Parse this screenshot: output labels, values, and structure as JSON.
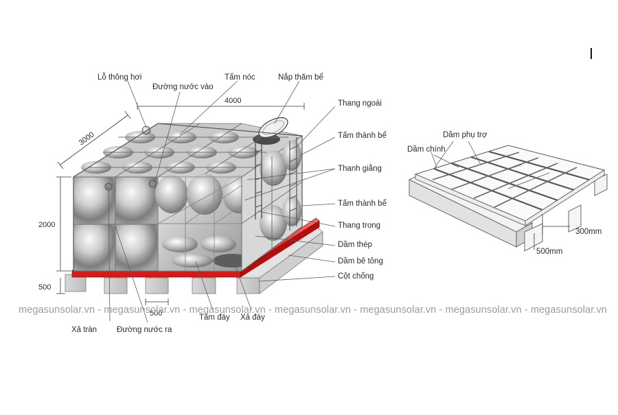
{
  "tank_labels": {
    "vent_hole": "Lỗ thông hơi",
    "water_inlet": "Đường nước vào",
    "roof_panel": "Tấm nóc",
    "manhole_cover": "Nắp thăm bể",
    "outer_ladder": "Thang ngoài",
    "wall_panel_1": "Tấm thành bể",
    "tie_rod": "Thanh giằng",
    "wall_panel_2": "Tấm thành bể",
    "inner_ladder": "Thang trong",
    "steel_beam": "Dầm thép",
    "concrete_beam": "Dầm bê tông",
    "support_column": "Cột chống",
    "overflow": "Xả tràn",
    "water_outlet": "Đường nước ra",
    "bottom_panel": "Tấm đáy",
    "bottom_drain": "Xả đáy"
  },
  "dimensions": {
    "length": "4000",
    "width": "3000",
    "height": "2000",
    "base": "500",
    "spacing": "500"
  },
  "frame_labels": {
    "aux_beam": "Dầm phụ trợ",
    "main_beam": "Dầm chính",
    "gap": "300mm",
    "height": "500mm"
  },
  "watermark": "megasunsolar.vn - megasunsolar.vn - megasunsolar.vn - megasunsolar.vn - megasunsolar.vn - megasunsolar.vn - megasunsolar.vn"
}
